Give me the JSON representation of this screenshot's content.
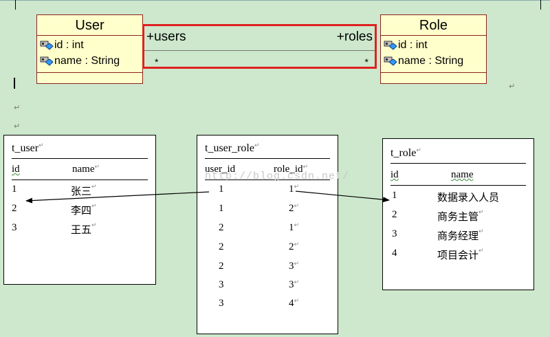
{
  "uml": {
    "user": {
      "title": "User",
      "attrs": [
        "id : int",
        "name : String"
      ]
    },
    "role": {
      "title": "Role",
      "attrs": [
        "id : int",
        "name : String"
      ]
    },
    "association": {
      "left_role": "+users",
      "right_role": "+roles",
      "left_mult": "*",
      "right_mult": "*"
    }
  },
  "tables": {
    "t_user": {
      "name": "t_user",
      "headers": [
        "id",
        "name"
      ],
      "rows": [
        [
          "1",
          "张三"
        ],
        [
          "2",
          "李四"
        ],
        [
          "3",
          "王五"
        ]
      ]
    },
    "t_user_role": {
      "name": "t_user_role",
      "headers": [
        "user_id",
        "role_id"
      ],
      "rows": [
        [
          "1",
          "1"
        ],
        [
          "1",
          "2"
        ],
        [
          "2",
          "1"
        ],
        [
          "2",
          "2"
        ],
        [
          "2",
          "3"
        ],
        [
          "3",
          "3"
        ],
        [
          "3",
          "4"
        ]
      ]
    },
    "t_role": {
      "name": "t_role",
      "headers": [
        "id",
        "name"
      ],
      "rows": [
        [
          "1",
          "数据录入人员"
        ],
        [
          "2",
          "商务主管"
        ],
        [
          "3",
          "商务经理"
        ],
        [
          "4",
          "项目会计"
        ]
      ]
    }
  },
  "watermark": "http://blog.csdn.net/",
  "colors": {
    "background": "#cde8cc",
    "uml_fill": "#ffffcc",
    "uml_border": "#8b2020",
    "highlight": "#e02020"
  },
  "icons": [
    "field-icon"
  ]
}
